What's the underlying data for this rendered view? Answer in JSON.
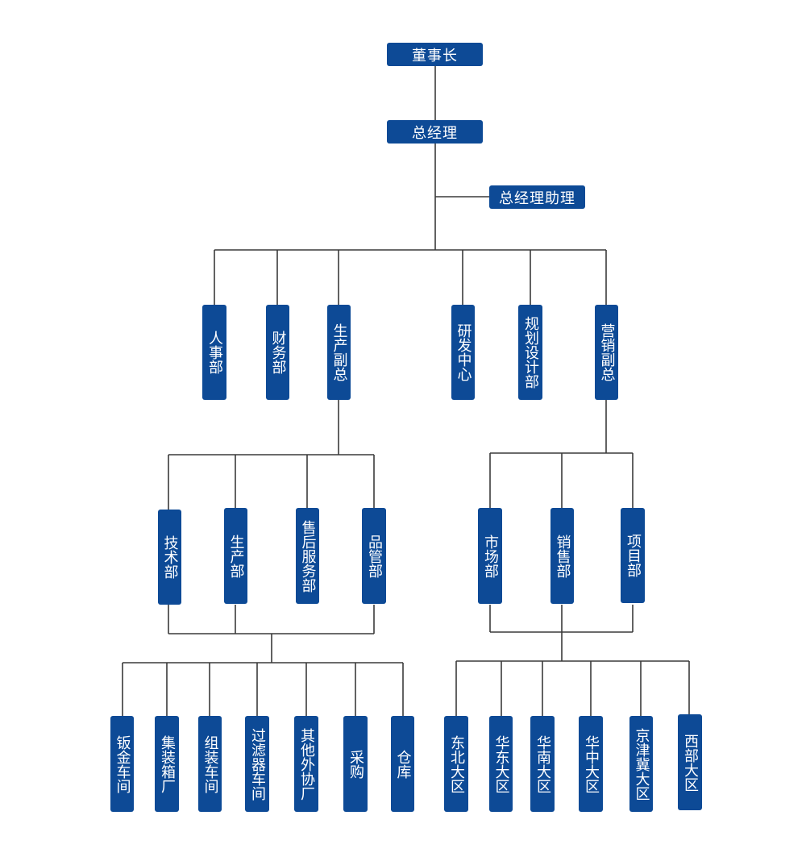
{
  "org": {
    "chairman": "董事长",
    "gm": "总经理",
    "gm_assistant": "总经理助理",
    "dept_hr": "人事部",
    "dept_finance": "财务部",
    "vp_production": "生产副总",
    "dept_rd": "研发中心",
    "dept_planning": "规划设计部",
    "vp_marketing": "营销副总",
    "dept_tech": "技术部",
    "dept_production": "生产部",
    "dept_aftersales": "售后服务部",
    "dept_quality": "品管部",
    "dept_market": "市场部",
    "dept_sales": "销售部",
    "dept_project": "项目部",
    "ws_sheetmetal": "钣金车间",
    "ws_container": "集装箱厂",
    "ws_assembly": "组装车间",
    "ws_filter": "过滤器车间",
    "ws_outsource": "其他外协厂",
    "ws_purchase": "采购",
    "ws_warehouse": "仓库",
    "region_east": "东北大区",
    "region_huadong": "华东大区",
    "region_huanan": "华南大区",
    "region_huazhong": "华中大区",
    "region_jingjinji": "京津冀大区",
    "region_west": "西部大区"
  },
  "colors": {
    "box": "#0d4a96",
    "text": "#ffffff",
    "line": "#3a3a3a"
  }
}
